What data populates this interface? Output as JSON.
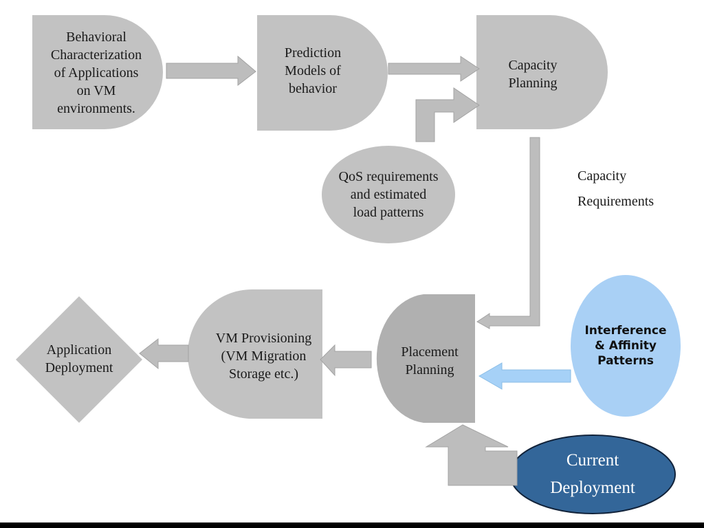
{
  "colors": {
    "node_fill": "#c2c2c2",
    "node_fill_dark": "#b0b0b0",
    "arrow_fill": "#bdbdbd",
    "arrow_stroke": "#a3a3a3",
    "interference_fill": "#a9d0f5",
    "interference_arrow": "#a6d1f7",
    "current_deployment_fill": "#336699",
    "bottom_bar": "#000000"
  },
  "nodes": {
    "behavioral": "Behavioral\nCharacterization\nof Applications\non VM\nenvironments.",
    "prediction": "Prediction\nModels of\nbehavior",
    "capacity_planning": "Capacity\nPlanning",
    "qos": "QoS requirements\nand estimated\nload patterns",
    "capacity_requirements": "Capacity\nRequirements",
    "interference": "Interference\n& Affinity\nPatterns",
    "placement": "Placement\nPlanning",
    "vm_provisioning": "VM Provisioning\n(VM Migration\nStorage etc.)",
    "application_deployment": "Application\nDeployment",
    "current_deployment": "Current\nDeployment"
  }
}
